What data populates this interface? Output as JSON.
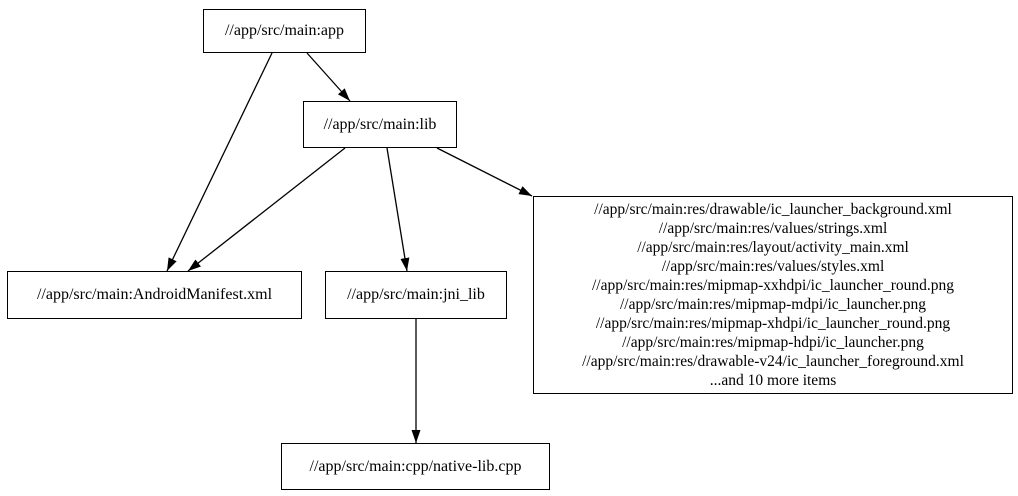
{
  "diagram": {
    "type": "dependency-graph",
    "background_color": "#ffffff",
    "node_fill_color": "#ffffff",
    "node_border_color": "#000000",
    "edge_color": "#000000",
    "text_color": "#000000",
    "nodes": {
      "app": {
        "label": "//app/src/main:app"
      },
      "lib": {
        "label": "//app/src/main:lib"
      },
      "android_manifest": {
        "label": "//app/src/main:AndroidManifest.xml"
      },
      "jni_lib": {
        "label": "//app/src/main:jni_lib"
      },
      "res_group": {
        "lines": [
          "//app/src/main:res/drawable/ic_launcher_background.xml",
          "//app/src/main:res/values/strings.xml",
          "//app/src/main:res/layout/activity_main.xml",
          "//app/src/main:res/values/styles.xml",
          "//app/src/main:res/mipmap-xxhdpi/ic_launcher_round.png",
          "//app/src/main:res/mipmap-mdpi/ic_launcher.png",
          "//app/src/main:res/mipmap-xhdpi/ic_launcher_round.png",
          "//app/src/main:res/mipmap-hdpi/ic_launcher.png",
          "//app/src/main:res/drawable-v24/ic_launcher_foreground.xml",
          "...and 10 more items"
        ]
      },
      "native_lib_cpp": {
        "label": "//app/src/main:cpp/native-lib.cpp"
      }
    },
    "edges": [
      {
        "from": "//app/src/main:app",
        "to": "//app/src/main:lib"
      },
      {
        "from": "//app/src/main:app",
        "to": "//app/src/main:AndroidManifest.xml"
      },
      {
        "from": "//app/src/main:lib",
        "to": "//app/src/main:AndroidManifest.xml"
      },
      {
        "from": "//app/src/main:lib",
        "to": "//app/src/main:jni_lib"
      },
      {
        "from": "//app/src/main:lib",
        "to": "res_group"
      },
      {
        "from": "//app/src/main:jni_lib",
        "to": "//app/src/main:cpp/native-lib.cpp"
      }
    ]
  }
}
